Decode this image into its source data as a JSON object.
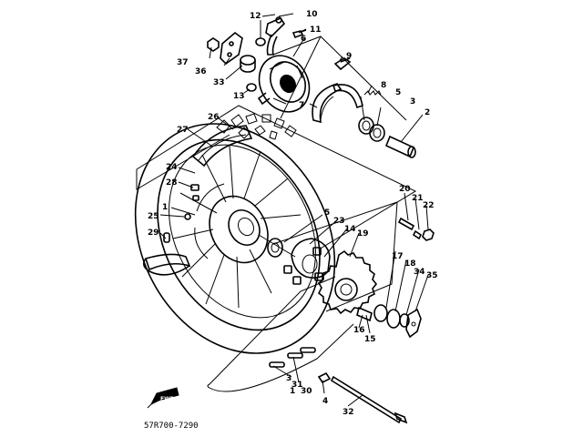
{
  "diagram": {
    "drawing_code": "57R700-7290",
    "direction_mark": "FWD",
    "callouts": [
      "1",
      "2",
      "3",
      "4",
      "5",
      "6",
      "7",
      "8",
      "9",
      "10",
      "11",
      "12",
      "13",
      "14",
      "15",
      "16",
      "17",
      "18",
      "19",
      "20",
      "21",
      "22",
      "23",
      "24",
      "25",
      "26",
      "27",
      "28",
      "29",
      "30",
      "31",
      "32",
      "33",
      "34",
      "35",
      "36",
      "37"
    ]
  }
}
